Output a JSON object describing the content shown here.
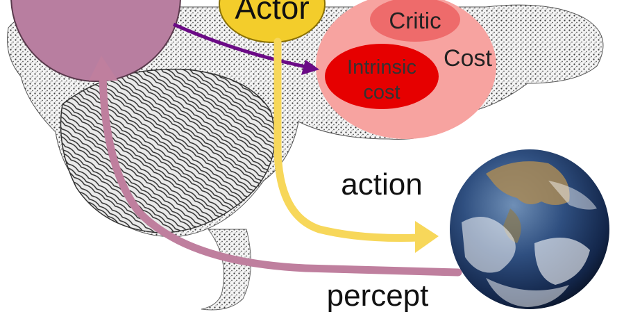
{
  "diagram": {
    "actor": {
      "label": "Actor",
      "color": "#f3cd2b"
    },
    "world_model_color": "#b87ea0",
    "cost_module": {
      "label": "Cost",
      "color": "#f7a3a0",
      "critic": {
        "label": "Critic",
        "color": "#ee6b6b"
      },
      "intrinsic_cost": {
        "label_line1": "Intrinsic",
        "label_line2": "cost",
        "color": "#e60000"
      }
    },
    "arrows": {
      "action": {
        "label": "action",
        "color": "#f7d75a"
      },
      "percept": {
        "label": "percept",
        "color": "#bf7f9e"
      },
      "to_cost_color": "#6b0a86"
    },
    "world_icon": "earth-globe"
  }
}
